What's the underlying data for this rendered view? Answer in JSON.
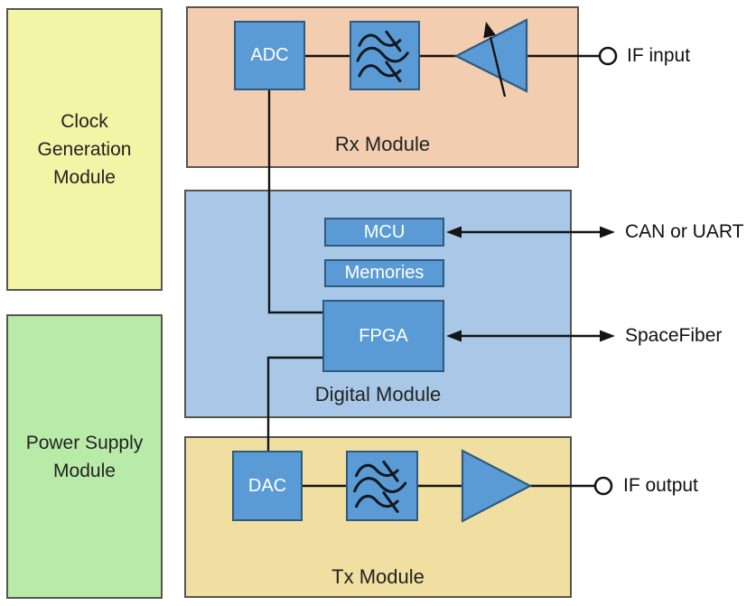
{
  "diagram_type": "hardware-block-diagram",
  "modules": {
    "clock": {
      "label": "Clock Generation Module",
      "fill_key": "clock-fill"
    },
    "power": {
      "label": "Power Supply Module",
      "fill_key": "power-fill"
    },
    "rx": {
      "label": "Rx Module",
      "fill_key": "rx-fill"
    },
    "digital": {
      "label": "Digital Module",
      "fill_key": "digital-fill"
    },
    "tx": {
      "label": "Tx Module",
      "fill_key": "tx-fill"
    }
  },
  "blocks": {
    "adc": {
      "label": "ADC"
    },
    "mcu": {
      "label": "MCU"
    },
    "memories": {
      "label": "Memories"
    },
    "fpga": {
      "label": "FPGA"
    },
    "dac": {
      "label": "DAC"
    }
  },
  "ports": {
    "if_input": {
      "label": "IF input"
    },
    "can_uart": {
      "label": "CAN or UART"
    },
    "spacefiber": {
      "label": "SpaceFiber"
    },
    "if_output": {
      "label": "IF output"
    }
  },
  "icons": {
    "rx_filter": "bandpass-filter-icon",
    "tx_filter": "bandpass-filter-icon",
    "rx_amp": "variable-gain-amplifier-icon",
    "tx_amp": "amplifier-icon",
    "if_input_terminal": "circle-terminal-icon",
    "if_output_terminal": "circle-terminal-icon"
  },
  "connections": [
    {
      "from": "IF input",
      "to": "variable-gain-amplifier",
      "style": "line"
    },
    {
      "from": "variable-gain-amplifier",
      "to": "rx-bandpass-filter",
      "style": "line"
    },
    {
      "from": "rx-bandpass-filter",
      "to": "ADC",
      "style": "line"
    },
    {
      "from": "ADC",
      "to": "FPGA",
      "style": "elbow-line"
    },
    {
      "from": "FPGA",
      "to": "DAC",
      "style": "elbow-line"
    },
    {
      "from": "MCU",
      "to": "CAN or UART",
      "style": "double-arrow"
    },
    {
      "from": "FPGA",
      "to": "SpaceFiber",
      "style": "double-arrow"
    },
    {
      "from": "DAC",
      "to": "tx-bandpass-filter",
      "style": "line"
    },
    {
      "from": "tx-bandpass-filter",
      "to": "amplifier",
      "style": "line"
    },
    {
      "from": "amplifier",
      "to": "IF output",
      "style": "line"
    }
  ],
  "colors": {
    "clock-fill": "#f4f4a6",
    "power-fill": "#b9eba8",
    "rx-fill": "#f2cdb0",
    "digital-fill": "#a9c8e8",
    "tx-fill": "#f1dfa2",
    "block-fill": "#5b9bd5",
    "block-border": "#2e5a80",
    "box-border": "#56564e",
    "line": "#141414",
    "text-dark": "#222222",
    "text-white": "#ffffff"
  }
}
